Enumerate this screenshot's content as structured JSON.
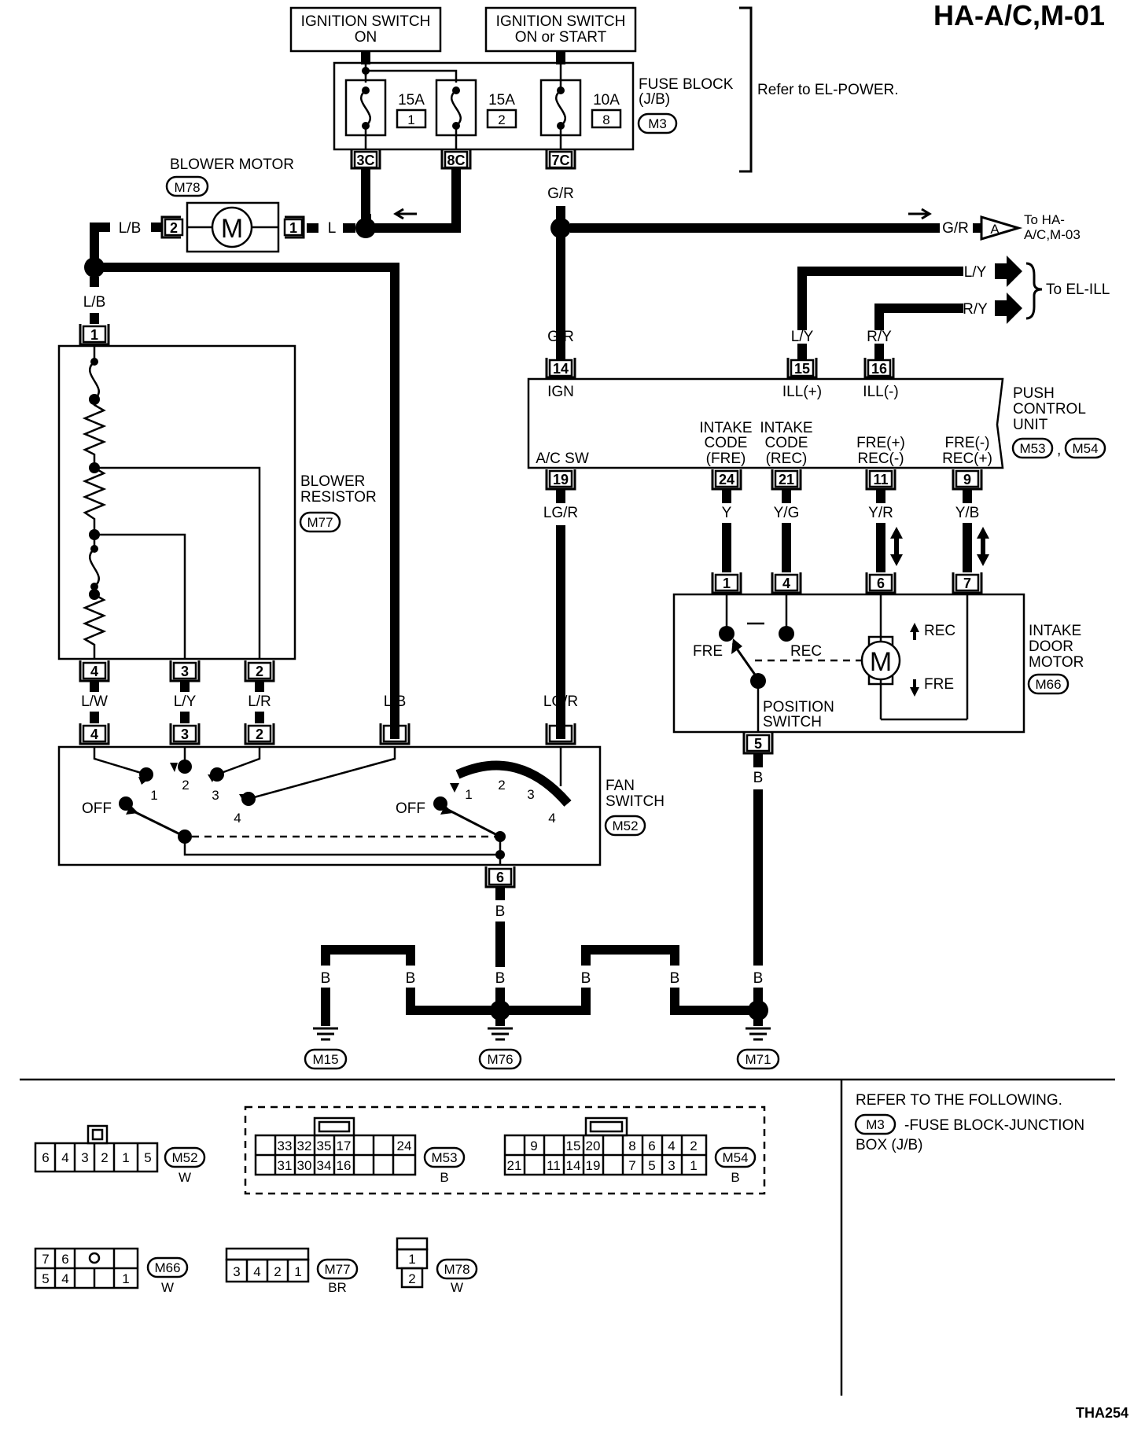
{
  "title": "HA-A/C,M-01",
  "figure_id": "THA254",
  "ignition_on": [
    "IGNITION SWITCH",
    "ON"
  ],
  "ignition_on_start": [
    "IGNITION SWITCH",
    "ON or START"
  ],
  "fuse_block": {
    "label": [
      "FUSE BLOCK",
      "(J/B)"
    ],
    "connector": "M3",
    "refer": "Refer to EL-POWER.",
    "fuses": [
      {
        "amp": "15A",
        "num": "1",
        "terminal": "3C"
      },
      {
        "amp": "15A",
        "num": "2",
        "terminal": "8C"
      },
      {
        "amp": "10A",
        "num": "8",
        "terminal": "7C"
      }
    ]
  },
  "blower_motor": {
    "label": "BLOWER MOTOR",
    "connector": "M78",
    "symbol": "M",
    "pins": [
      "2",
      "1"
    ]
  },
  "blower_resistor": {
    "label": [
      "BLOWER",
      "RESISTOR"
    ],
    "connector": "M77",
    "pins": [
      "1",
      "4",
      "3",
      "2"
    ]
  },
  "fan_switch": {
    "label": [
      "FAN",
      "SWITCH"
    ],
    "connector": "M52",
    "pins": [
      "4",
      "3",
      "2",
      "1",
      "5",
      "6"
    ],
    "positions": [
      "OFF",
      "1",
      "2",
      "3",
      "4"
    ]
  },
  "push_control_unit": {
    "label": [
      "PUSH",
      "CONTROL",
      "UNIT"
    ],
    "connectors": [
      "M53",
      "M54"
    ],
    "comma": ",",
    "pins": [
      {
        "num": "14",
        "name": [
          "IGN"
        ]
      },
      {
        "num": "15",
        "name": [
          "ILL(+)"
        ]
      },
      {
        "num": "16",
        "name": [
          "ILL(-)"
        ]
      },
      {
        "num": "19",
        "name": [
          "A/C SW"
        ]
      },
      {
        "num": "24",
        "name": [
          "INTAKE",
          "CODE",
          "(FRE)"
        ]
      },
      {
        "num": "21",
        "name": [
          "INTAKE",
          "CODE",
          "(REC)"
        ]
      },
      {
        "num": "11",
        "name": [
          "FRE(+)",
          "REC(-)"
        ]
      },
      {
        "num": "9",
        "name": [
          "FRE(-)",
          "REC(+)"
        ]
      }
    ]
  },
  "intake_door_motor": {
    "label": [
      "INTAKE",
      "DOOR",
      "MOTOR"
    ],
    "connector": "M66",
    "pins": [
      "1",
      "4",
      "6",
      "7",
      "5"
    ],
    "fre": "FRE",
    "rec": "REC",
    "switch": [
      "POSITION",
      "SWITCH"
    ],
    "symbol": "M"
  },
  "wires": {
    "L": "L",
    "LB": "L/B",
    "GR": "G/R",
    "LY": "L/Y",
    "RY": "R/Y",
    "LGR": "LG/R",
    "Y": "Y",
    "YG": "Y/G",
    "YR": "Y/R",
    "YB": "Y/B",
    "LW": "L/W",
    "LR": "L/R",
    "B": "B"
  },
  "to_ha": {
    "letter": "A",
    "text": [
      "To HA-",
      "A/C,M-03"
    ]
  },
  "to_el_ill": "To EL-ILL",
  "grounds": [
    "M15",
    "M76",
    "M71"
  ],
  "connector_views": [
    {
      "id": "M52",
      "color": "W",
      "cells": [
        "6",
        "4",
        "3",
        "2",
        "1",
        "5"
      ]
    },
    {
      "id": "M53",
      "color": "B",
      "top": [
        "33",
        "32",
        "35",
        "17",
        "",
        "",
        "24"
      ],
      "bottom": [
        "31",
        "30",
        "34",
        "16",
        "",
        "",
        ""
      ]
    },
    {
      "id": "M54",
      "color": "B",
      "top": [
        "",
        "9",
        "",
        "15",
        "20",
        "",
        "8",
        "6",
        "4",
        "2"
      ],
      "bottom": [
        "21",
        "",
        "11",
        "14",
        "19",
        "",
        "7",
        "5",
        "3",
        "1"
      ]
    },
    {
      "id": "M66",
      "color": "W",
      "top": [
        "7",
        "6",
        "",
        ""
      ],
      "bottom": [
        "5",
        "4",
        "",
        "1"
      ]
    },
    {
      "id": "M77",
      "color": "BR",
      "cells": [
        "3",
        "4",
        "2",
        "1"
      ]
    },
    {
      "id": "M78",
      "color": "W",
      "cells": [
        "1",
        "2"
      ]
    }
  ],
  "refer_note": {
    "heading": "REFER TO THE FOLLOWING.",
    "connector": "M3",
    "line1": "-FUSE BLOCK-JUNCTION",
    "line2": "BOX (J/B)"
  }
}
